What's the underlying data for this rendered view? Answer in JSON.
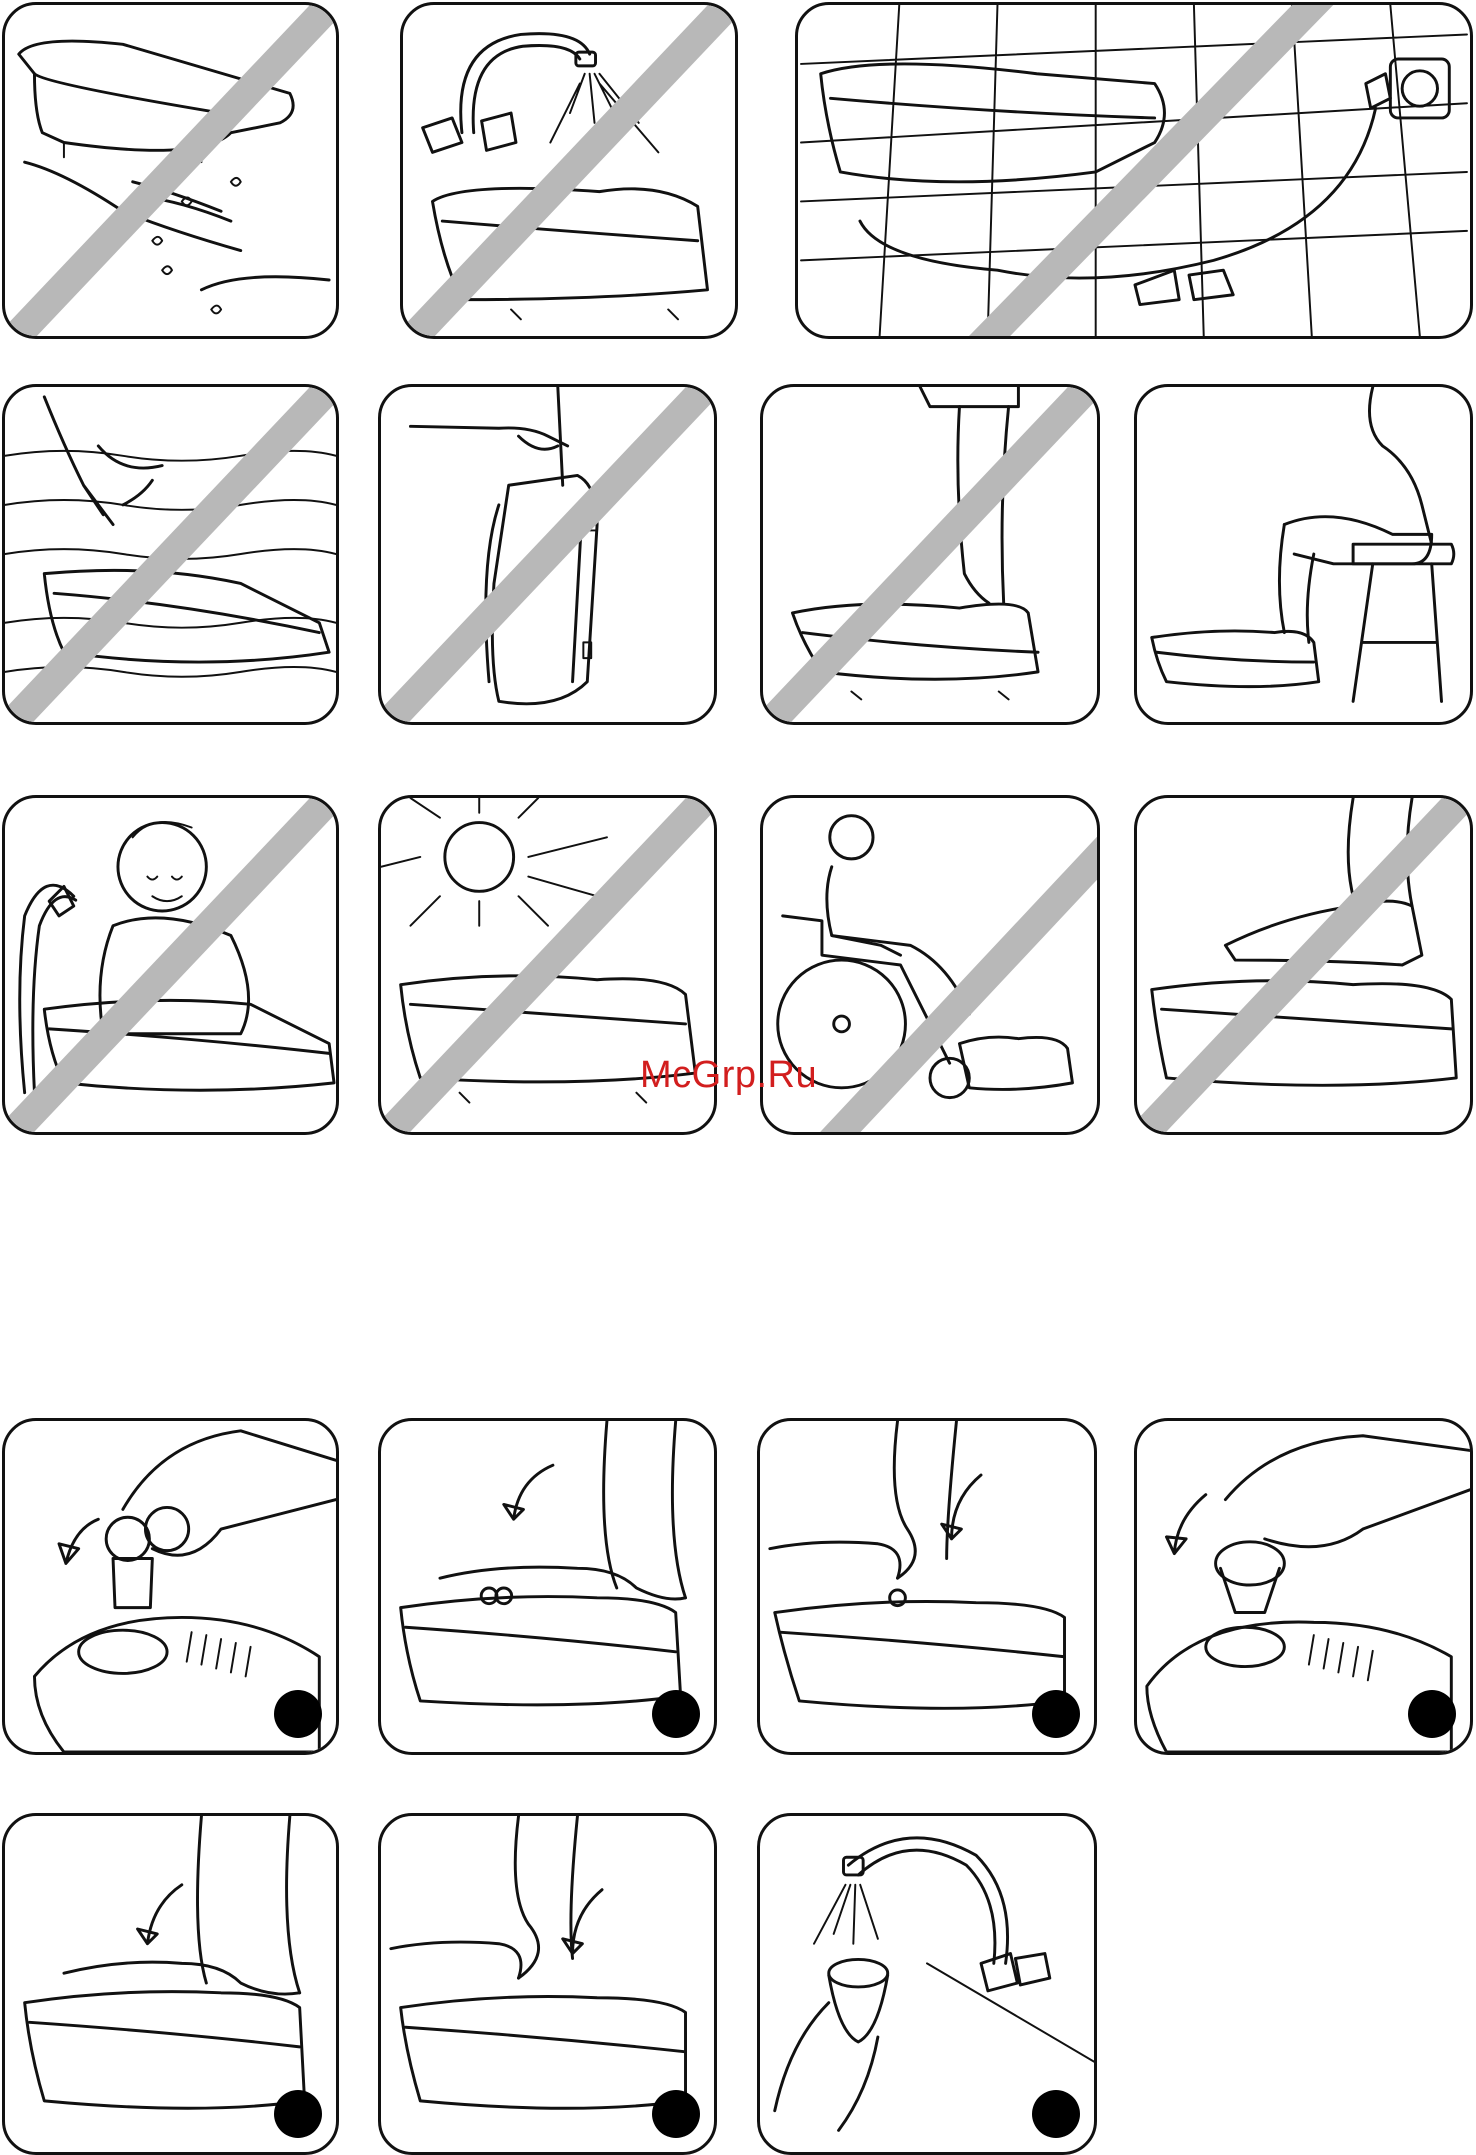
{
  "watermark": {
    "text": "McGrp.Ru",
    "color": "#d21e1e"
  },
  "colors": {
    "prohibition_stripe": "#b8b8b8",
    "line": "#111111",
    "step_dot": "#000000"
  },
  "warning_panels": [
    {
      "scene": "wet-hands-appliance",
      "prohibited": true
    },
    {
      "scene": "tap-water-on-appliance",
      "prohibited": true
    },
    {
      "scene": "bathroom-socket-cable",
      "prohibited": true
    },
    {
      "scene": "appliance-in-water",
      "prohibited": true
    },
    {
      "scene": "carry-by-cord",
      "prohibited": true
    },
    {
      "scene": "standing-on-appliance",
      "prohibited": true
    },
    {
      "scene": "sitting-use-correct",
      "prohibited": false
    },
    {
      "scene": "child-with-cord",
      "prohibited": true
    },
    {
      "scene": "sun-exposure",
      "prohibited": true
    },
    {
      "scene": "wheelchair-user",
      "prohibited": false
    },
    {
      "scene": "shoe-on-appliance",
      "prohibited": true
    }
  ],
  "step_panels": [
    {
      "scene": "attach-roller-attachment",
      "step_dot": true
    },
    {
      "scene": "foot-on-roller",
      "step_dot": true
    },
    {
      "scene": "heel-on-roller",
      "step_dot": true
    },
    {
      "scene": "attach-brush-attachment",
      "step_dot": true
    },
    {
      "scene": "foot-on-brush",
      "step_dot": true
    },
    {
      "scene": "heel-on-brush",
      "step_dot": true
    },
    {
      "scene": "rinse-attachment-under-tap",
      "step_dot": true
    }
  ]
}
